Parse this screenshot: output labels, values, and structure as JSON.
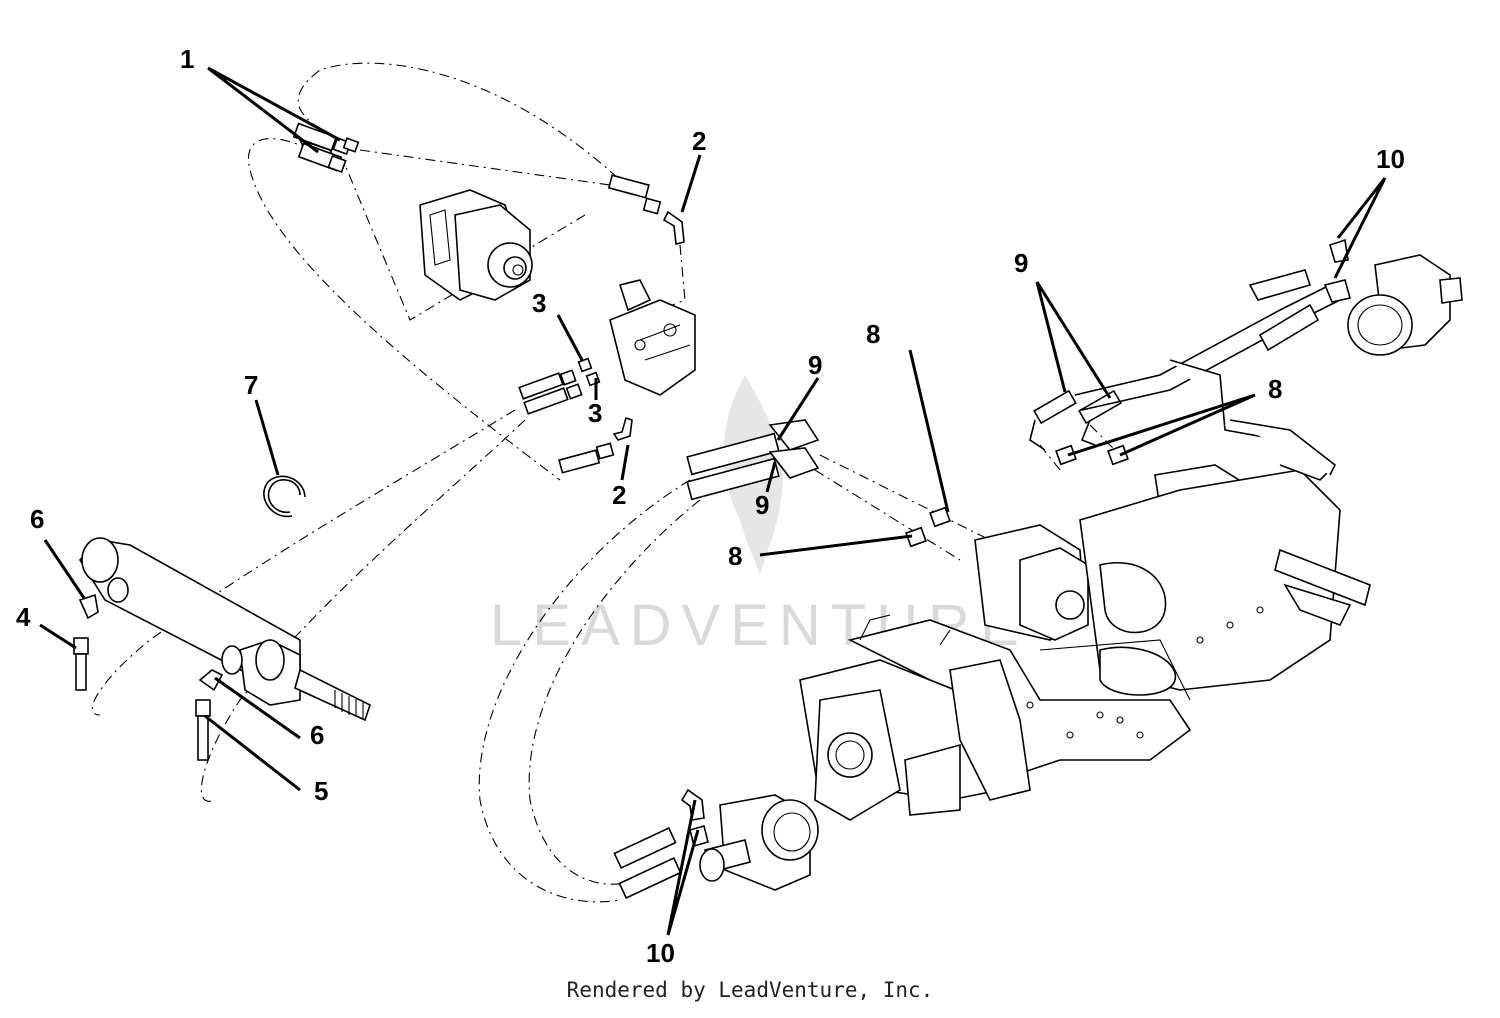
{
  "watermark": "LEADVENTURE",
  "footer": "Rendered by LeadVenture, Inc.",
  "callouts": {
    "c1": "1",
    "c2a": "2",
    "c2b": "2",
    "c3a": "3",
    "c3b": "3",
    "c4": "4",
    "c5": "5",
    "c6a": "6",
    "c6b": "6",
    "c7": "7",
    "c8a": "8",
    "c8b": "8",
    "c8c": "8",
    "c9a": "9",
    "c9b": "9",
    "c9c": "9",
    "c10a": "10",
    "c10b": "10"
  }
}
